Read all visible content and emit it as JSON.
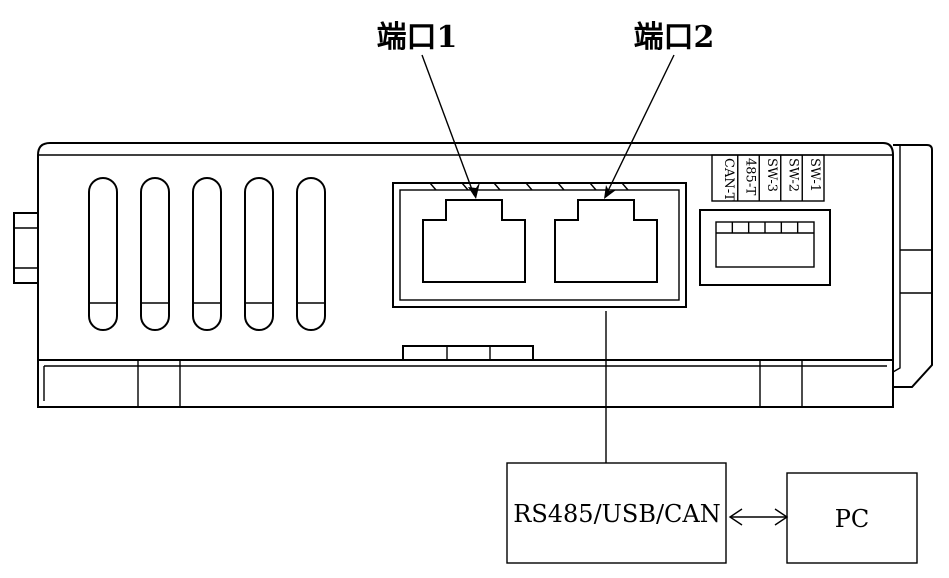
{
  "labels": {
    "port1": "端口1",
    "port2": "端口2",
    "interface_box": "RS485/USB/CAN",
    "pc_box": "PC"
  },
  "dip_switch_labels": [
    "SW-1",
    "SW-2",
    "SW-3",
    "485-T",
    "CAN-T"
  ],
  "vent_slot_count": 5
}
